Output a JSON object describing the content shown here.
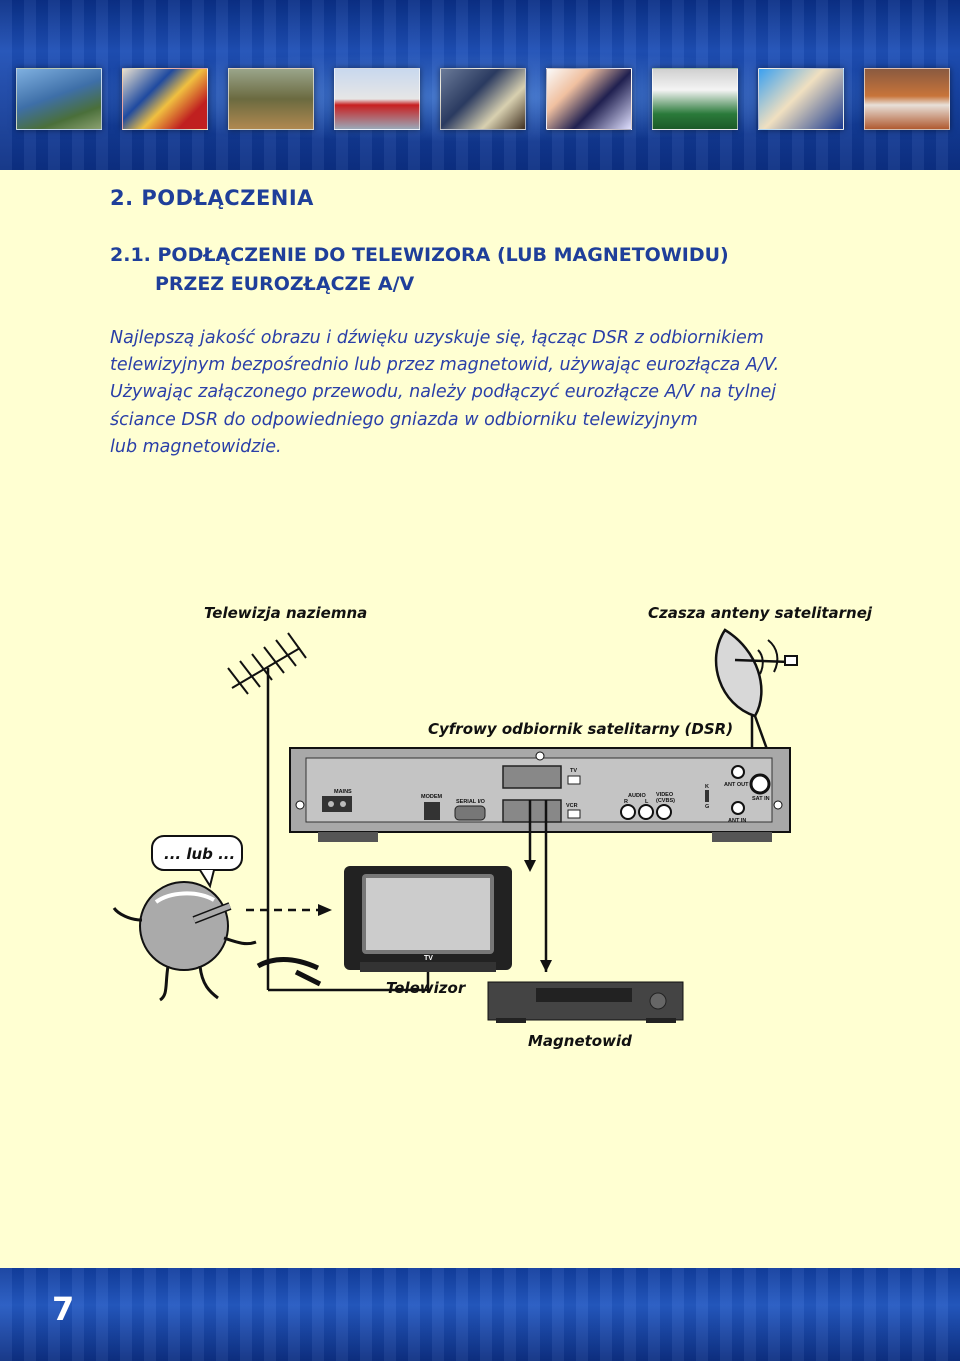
{
  "section": {
    "title": "2. PODŁĄCZENIA"
  },
  "subsection": {
    "title_line1": "2.1. PODŁĄCZENIE DO TELEWIZORA (LUB MAGNETOWIDU)",
    "title_line2": "PRZEZ EUROZŁĄCZE A/V"
  },
  "body": {
    "lines": [
      "Najlepszą jakość obrazu i dźwięku uzyskuje się, łącząc DSR z odbiornikiem",
      "telewizyjnym bezpośrednio lub przez magnetowid, używając eurozłącza A/V.",
      "Używając załączonego przewodu, należy podłączyć eurozłącze A/V na tylnej",
      "ściance DSR do odpowiedniego gniazda w odbiorniku telewizyjnym",
      "lub magnetowidzie."
    ]
  },
  "diagram": {
    "terrestrial_label": "Telewizja naziemna",
    "satellite_label": "Czasza anteny satelitarnej",
    "dsr_label": "Cyfrowy odbiornik satelitarny (DSR)",
    "tv_label": "Telewizor",
    "vcr_label": "Magnetowid",
    "bubble_text": "... lub ...",
    "panel": {
      "mains": "MAINS",
      "modem": "MODEM",
      "serial": "SERIAL I/O",
      "tv_scart": "TV",
      "vcr_scart": "VCR",
      "audio": "AUDIO",
      "audio_r": "R",
      "audio_l": "L",
      "video": "VIDEO",
      "video_sub": "(CVBS)",
      "switch_k": "K",
      "switch_g": "G",
      "ant_out": "ANT OUT",
      "sat_in": "SAT IN",
      "ant_in": "ANT IN"
    },
    "tv_screen_label": "TV"
  },
  "footer": {
    "page_number": "7"
  },
  "colors": {
    "heading": "#1f3f9a",
    "body_text": "#2a3fa8",
    "page_bg": "#ffffd2",
    "banner": "#0c2f83"
  }
}
